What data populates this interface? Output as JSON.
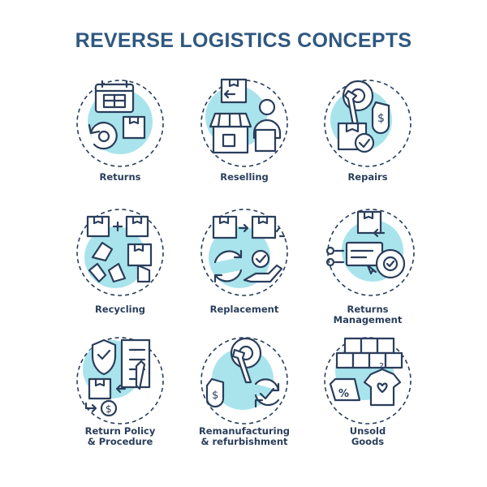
{
  "title": "REVERSE LOGISTICS CONCEPTS",
  "accent_color": "#a9e4ec",
  "stroke_color": "#2a3e5c",
  "icons": [
    {
      "label_lines": [
        "Returns"
      ],
      "icon": "returns-icon"
    },
    {
      "label_lines": [
        "Reselling"
      ],
      "icon": "reselling-icon"
    },
    {
      "label_lines": [
        "Repairs"
      ],
      "icon": "repairs-icon"
    },
    {
      "label_lines": [
        "Recycling"
      ],
      "icon": "recycling-icon"
    },
    {
      "label_lines": [
        "Replacement"
      ],
      "icon": "replacement-icon"
    },
    {
      "label_lines": [
        "Returns",
        "Management"
      ],
      "icon": "returns-management-icon"
    },
    {
      "label_lines": [
        "Return Policy",
        "& Procedure"
      ],
      "icon": "return-policy-icon"
    },
    {
      "label_lines": [
        "Remanufacturing",
        "& refurbishment"
      ],
      "icon": "remanufacturing-icon"
    },
    {
      "label_lines": [
        "Unsold",
        "Goods"
      ],
      "icon": "unsold-goods-icon"
    }
  ]
}
